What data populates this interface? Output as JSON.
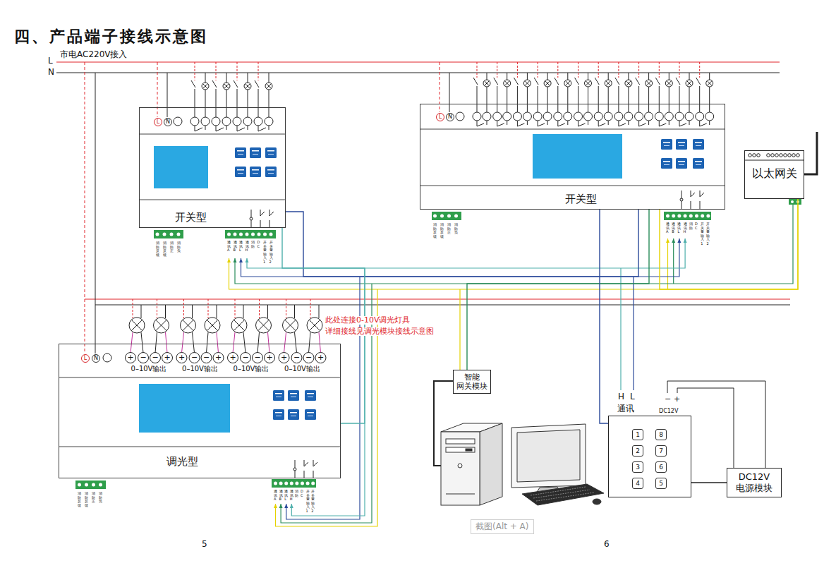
{
  "diagram": {
    "title": "四、产品端子接线示意图",
    "nodes": [
      {
        "text": [
          "开关型"
        ]
      },
      {
        "text": [
          "L"
        ],
        "in": 0
      },
      {
        "text": [
          "N"
        ],
        "in": 0
      },
      {
        "text": [
          "开关型"
        ]
      },
      {
        "text": [
          "L"
        ],
        "in": 3
      },
      {
        "text": [
          "N"
        ],
        "in": 3
      },
      {
        "text": [
          "以太网关"
        ]
      },
      {
        "text": [
          "调光型"
        ]
      },
      {
        "text": [
          "L"
        ],
        "in": 7
      },
      {
        "text": [
          "N"
        ],
        "in": 7
      },
      {
        "text": [
          "智能 网关模块"
        ]
      },
      {
        "text": [
          "通讯",
          "DC12V"
        ]
      },
      {
        "text": [
          "1"
        ],
        "in": 11
      },
      {
        "text": [
          "8"
        ],
        "in": 11
      },
      {
        "text": [
          "2"
        ],
        "in": 11
      },
      {
        "text": [
          "7"
        ],
        "in": 11
      },
      {
        "text": [
          "3"
        ],
        "in": 11
      },
      {
        "text": [
          "6"
        ],
        "in": 11
      },
      {
        "text": [
          "4"
        ],
        "in": 11
      },
      {
        "text": [
          "5"
        ],
        "in": 11
      },
      {
        "text": [
          "DC12V 电源模块"
        ]
      }
    ],
    "edges": [
      {
        "from": 0,
        "to": 3,
        "arrow": "none"
      },
      {
        "from": 6,
        "to": 3,
        "arrow": "none"
      },
      {
        "from": 7,
        "to": 0,
        "arrow": "none"
      },
      {
        "from": 10,
        "to": 3,
        "arrow": "none"
      },
      {
        "from": 11,
        "to": 3,
        "arrow": "none"
      },
      {
        "from": 20,
        "to": 11,
        "arrow": "none"
      }
    ],
    "labels": [
      "L",
      "N",
      "市电AC220V接入",
      "消防反馈",
      "消防反馈",
      "消防正",
      "消防负",
      "通讯A",
      "通讯B",
      "通讯L",
      "通讯H",
      "消防",
      "DC",
      "开关量输入1",
      "开关量输入2",
      "消防反馈",
      "消防反馈",
      "消防正",
      "消防负",
      "通讯A",
      "通讯B",
      "通讯L",
      "通讯H",
      "消防",
      "DC",
      "开关量输入1",
      "开关量输入2",
      "0–10V输出",
      "0–10V输出",
      "0–10V输出",
      "0–10V输出",
      "+",
      "−",
      "−",
      "+",
      "+",
      "−",
      "−",
      "+",
      "+",
      "−",
      "−",
      "+",
      "+",
      "−",
      "−",
      "+",
      "此处连接0-10V调光灯具",
      "详细接线见调光模块接线示意图",
      "消防反馈",
      "消防反馈",
      "消防正",
      "消防负",
      "通讯A",
      "通讯B",
      "通讯L",
      "通讯H",
      "消防",
      "DC",
      "开关量输入1",
      "开关量输入2",
      "H",
      "L",
      "−",
      "+",
      "截图(Alt + A)",
      "5",
      "6"
    ]
  }
}
